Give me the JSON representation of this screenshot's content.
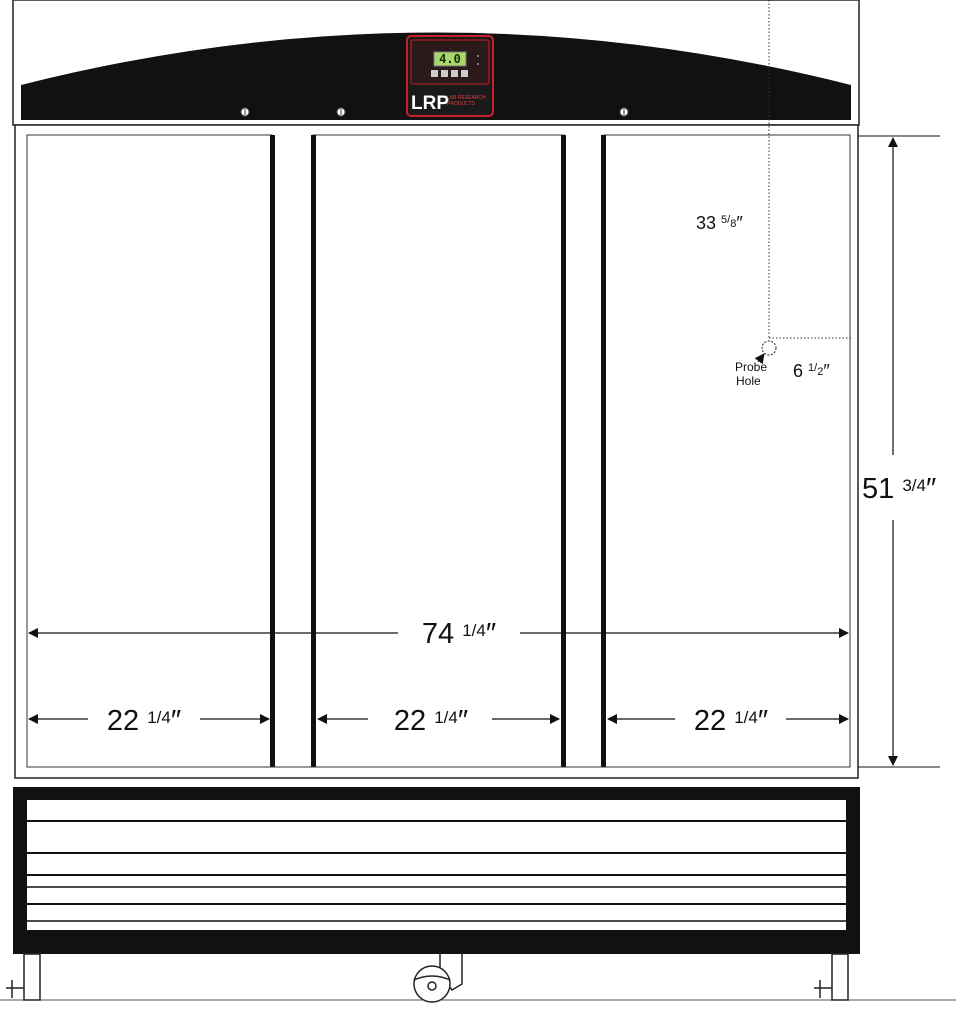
{
  "diagram": {
    "controller": {
      "display_value": "4.0",
      "logo_text": "LRP",
      "logo_sub_line1": "LAB RESEARCH",
      "logo_sub_line2": "PRODUCTS",
      "accent_color": "#c8202a",
      "display_color": "#a8d86a"
    },
    "dimensions": {
      "overall_width": {
        "whole": "74",
        "fraction": "1/4",
        "unit": "″"
      },
      "door_width_left": {
        "whole": "22",
        "fraction": "1/4",
        "unit": "″"
      },
      "door_width_center": {
        "whole": "22",
        "fraction": "1/4",
        "unit": "″"
      },
      "door_width_right": {
        "whole": "22",
        "fraction": "1/4",
        "unit": "″"
      },
      "door_height": {
        "whole": "51",
        "fraction": "3/4",
        "unit": "″"
      },
      "probe_vertical": {
        "whole": "33",
        "num": "5",
        "den": "8",
        "unit": "″"
      },
      "probe_horizontal": {
        "whole": "6",
        "num": "1",
        "den": "2",
        "unit": "″"
      }
    },
    "probe_label_line1": "Probe",
    "probe_label_line2": "Hole"
  }
}
